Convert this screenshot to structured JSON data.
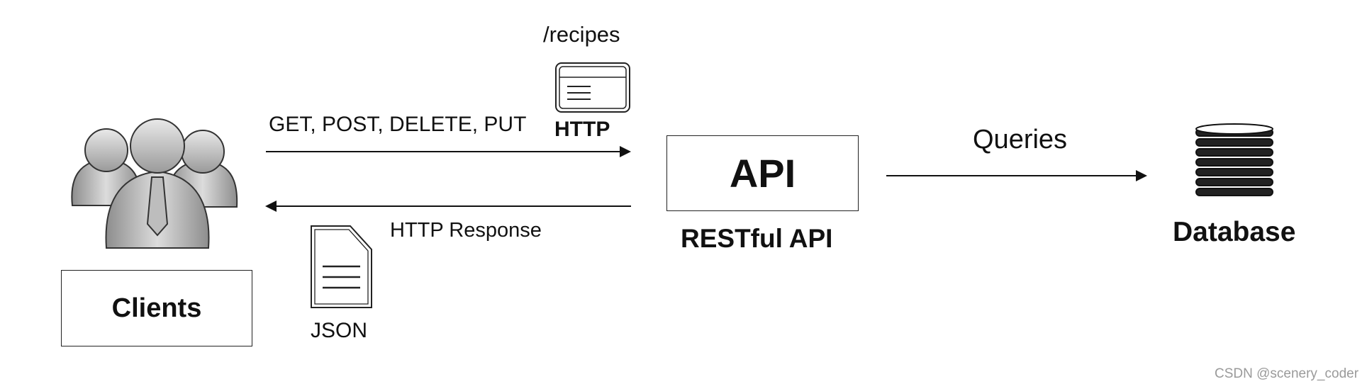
{
  "clients": {
    "label": "Clients",
    "icon": "users-group-icon"
  },
  "request": {
    "methods": "GET, POST, DELETE, PUT",
    "endpoint": "/recipes",
    "protocol": "HTTP",
    "icon": "http-window-icon"
  },
  "response": {
    "label": "HTTP Response",
    "format": "JSON",
    "icon": "document-icon"
  },
  "api": {
    "box_label": "API",
    "caption": "RESTful API"
  },
  "queries": {
    "label": "Queries"
  },
  "database": {
    "label": "Database",
    "icon": "database-cylinder-icon"
  },
  "watermark": "CSDN @scenery_coder"
}
